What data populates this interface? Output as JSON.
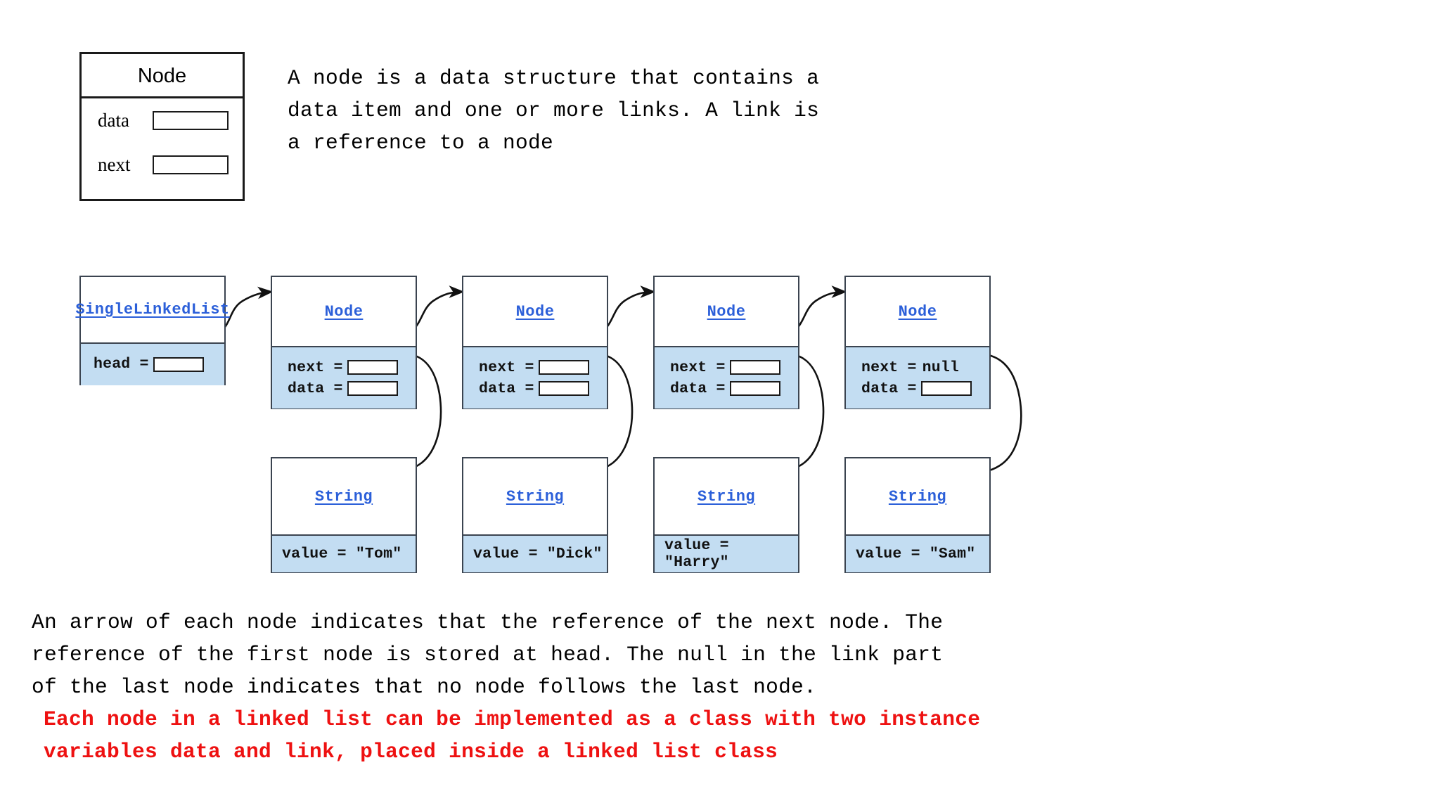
{
  "intro_text": "A node is a data structure that contains a\ndata item and one or more links. A link is\na reference to a node",
  "node_definition": {
    "title": "Node",
    "fields": [
      {
        "label": "data",
        "slot": ""
      },
      {
        "label": "next",
        "slot": ""
      }
    ]
  },
  "diagram": {
    "list_box": {
      "title": "SingleLinkedList",
      "field_label": "head ="
    },
    "nodes": [
      {
        "title": "Node",
        "next_label": "next =",
        "next_value": "",
        "data_label": "data =",
        "has_next_slot": true
      },
      {
        "title": "Node",
        "next_label": "next =",
        "next_value": "",
        "data_label": "data =",
        "has_next_slot": true
      },
      {
        "title": "Node",
        "next_label": "next =",
        "next_value": "",
        "data_label": "data =",
        "has_next_slot": true
      },
      {
        "title": "Node",
        "next_label": "next =",
        "next_value": "null",
        "data_label": "data =",
        "has_next_slot": false
      }
    ],
    "strings": [
      {
        "title": "String",
        "value_text": "value = \"Tom\""
      },
      {
        "title": "String",
        "value_text": "value = \"Dick\""
      },
      {
        "title": "String",
        "value_text": "value = \"Harry\""
      },
      {
        "title": "String",
        "value_text": "value = \"Sam\""
      }
    ]
  },
  "outro_text": "An arrow of each node indicates that the reference of the next node. The\nreference of the first node is stored at head. The null in the link part\nof the last node indicates that no node follows the last node.",
  "red_text": "Each node in a linked list can be implemented as a class with two instance\nvariables data and link, placed inside a linked list class",
  "colors": {
    "title_blue": "#2b5fd9",
    "body_fill": "#c3ddf2",
    "border": "#3b4450",
    "red_accent": "#ee1111"
  }
}
